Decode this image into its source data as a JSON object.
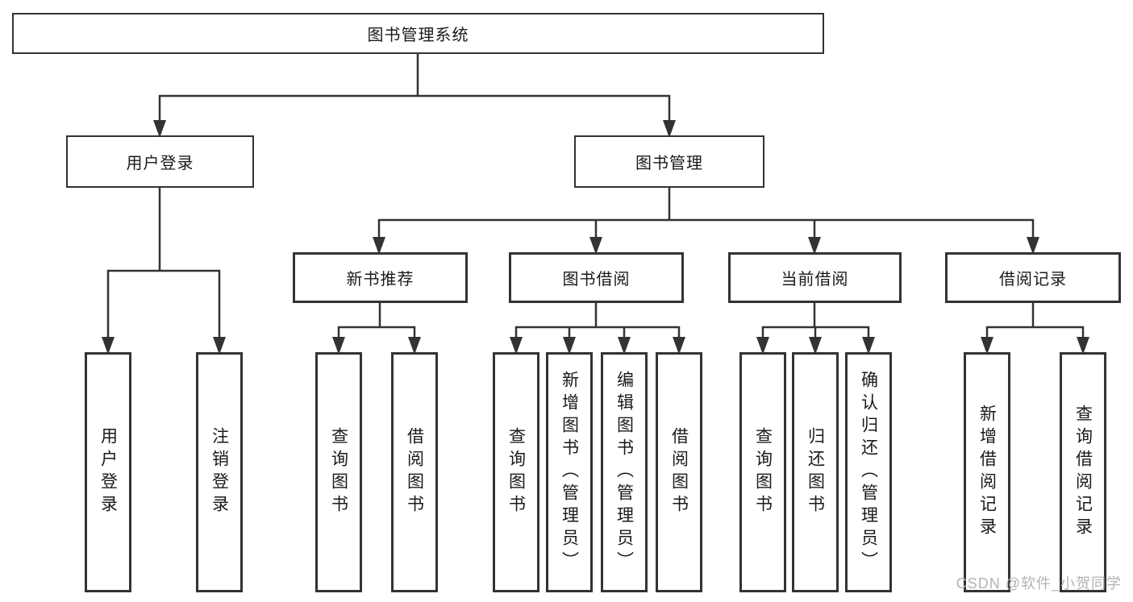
{
  "diagram": {
    "type": "hierarchy-tree",
    "title": "图书管理系统",
    "colors": {
      "line": "#333333",
      "box_border": "#333333",
      "box_background": "#ffffff",
      "text": "#1a1a1a",
      "watermark_text": "#b3b3b3",
      "background": "#ffffff"
    },
    "tree": {
      "label": "图书管理系统",
      "children": [
        {
          "label": "用户登录",
          "children": [
            {
              "label": "用户登录"
            },
            {
              "label": "注销登录"
            }
          ]
        },
        {
          "label": "图书管理",
          "children": [
            {
              "label": "新书推荐",
              "children": [
                {
                  "label": "查询图书"
                },
                {
                  "label": "借阅图书"
                }
              ]
            },
            {
              "label": "图书借阅",
              "children": [
                {
                  "label": "查询图书"
                },
                {
                  "label": "新增图书（管理员）"
                },
                {
                  "label": "编辑图书（管理员）"
                },
                {
                  "label": "借阅图书"
                }
              ]
            },
            {
              "label": "当前借阅",
              "children": [
                {
                  "label": "查询图书"
                },
                {
                  "label": "归还图书"
                },
                {
                  "label": "确认归还（管理员）"
                }
              ]
            },
            {
              "label": "借阅记录",
              "children": [
                {
                  "label": "新增借阅记录"
                },
                {
                  "label": "查询借阅记录"
                }
              ]
            }
          ]
        }
      ]
    },
    "watermark": "CSDN @软件_小贺同学"
  }
}
